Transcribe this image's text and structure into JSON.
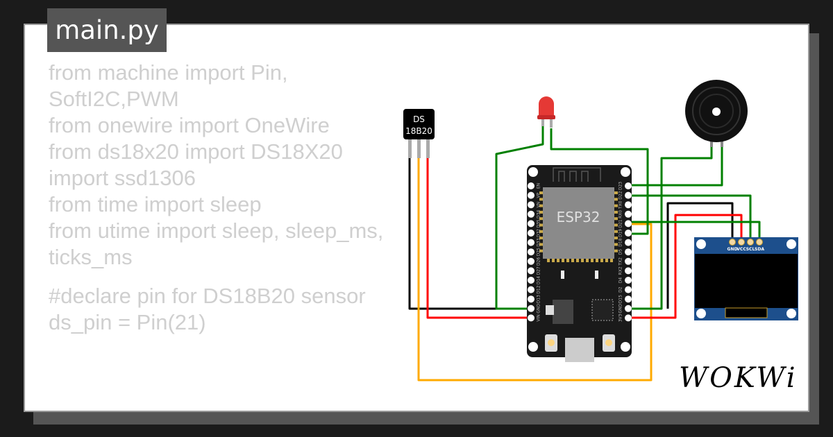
{
  "tab": {
    "filename": "main.py"
  },
  "code_lines": [
    "from machine import Pin, SoftI2C,PWM",
    "from onewire import OneWire",
    "from ds18x20 import DS18X20",
    "import ssd1306",
    "from time import sleep",
    "from utime import sleep, sleep_ms, ticks_ms",
    "",
    "#declare pin for DS18B20 sensor",
    "ds_pin = Pin(21)"
  ],
  "components": {
    "sensor": {
      "label_1": "DS",
      "label_2": "18B20"
    },
    "board": {
      "label": "ESP32",
      "left_pins": [
        "EN",
        "VP",
        "VN",
        "D34",
        "D35",
        "D32",
        "D33",
        "D25",
        "D26",
        "D27",
        "D14",
        "D12",
        "D13",
        "GND",
        "VIN"
      ],
      "right_pins": [
        "D23",
        "D22",
        "TX0",
        "RX0",
        "D21",
        "D19",
        "D18",
        "D5",
        "TX2",
        "RX2",
        "D4",
        "D2",
        "D15",
        "GND",
        "3V3"
      ]
    },
    "oled": {
      "pins": [
        "GND",
        "VCC",
        "SCL",
        "SDA"
      ]
    }
  },
  "logo": "WOKWi",
  "colors": {
    "wire_black": "#000000",
    "wire_red": "#ff0000",
    "wire_green": "#008000",
    "wire_yellow": "#ffaa00",
    "oled_board": "#1d4f8c",
    "board": "#1a1a1a"
  }
}
